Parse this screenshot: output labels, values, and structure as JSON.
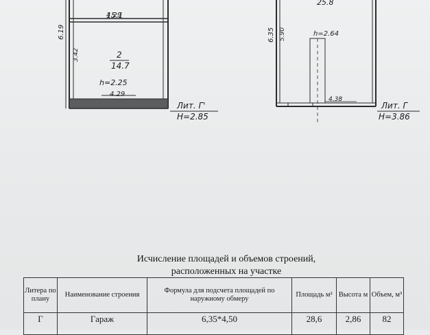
{
  "plan_left": {
    "top_area": "15.1",
    "upper_dim": "4.29",
    "height_dim_outer": "6.19",
    "height_dim_inner": "3.42",
    "room_number": "2",
    "room_area": "14.7",
    "room_height": "h=2.25",
    "bottom_dim": "4.29",
    "litera": "Лит. Г'",
    "H": "H=2.85"
  },
  "plan_right": {
    "top_area": "25.8",
    "height_dim_outer": "6.35",
    "height_dim_inner": "5.90",
    "room_height": "h=2.64",
    "bottom_dim": "4.38",
    "litera": "Лит. Г",
    "H": "H=3.86"
  },
  "caption": {
    "line1": "Исчисление площадей и объемов строений,",
    "line2": "расположенных на участке"
  },
  "table": {
    "headers": {
      "litera": "Литера по плану",
      "name": "Наименование строения",
      "formula": "Формула для подсчета площадей по наружному обмеру",
      "area": "Площадь м²",
      "height": "Высота м",
      "volume": "Объем, м³"
    },
    "rows": [
      {
        "litera": "Г",
        "name": "Гараж",
        "formula": "6,35*4,50",
        "area": "28,6",
        "height": "2,86",
        "volume": "82"
      }
    ]
  }
}
